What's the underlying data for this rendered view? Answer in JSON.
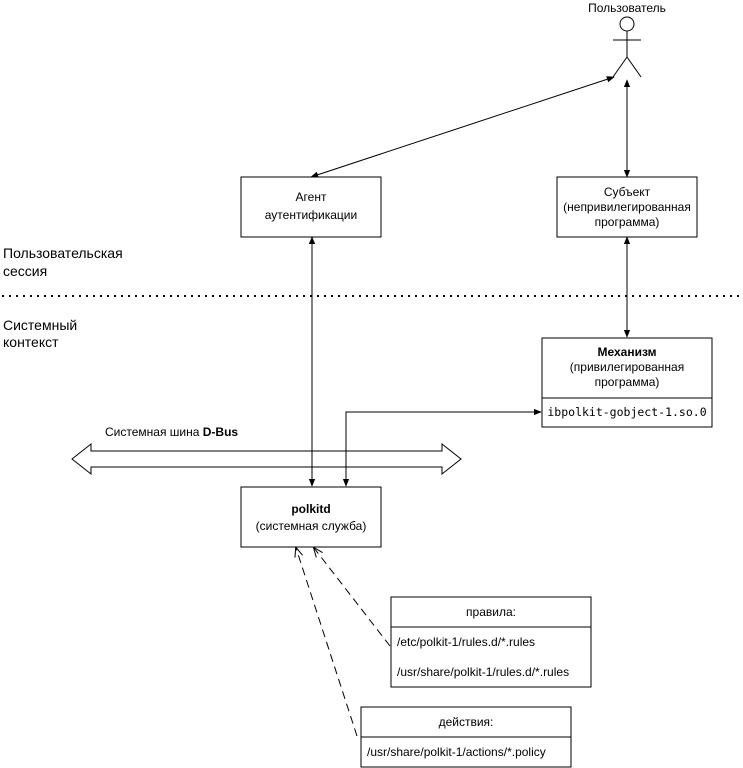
{
  "user": {
    "label": "Пользователь"
  },
  "auth_agent": {
    "line1": "Агент",
    "line2": "аутентификации"
  },
  "subject": {
    "line1": "Субъект",
    "line2": "(непривилегированная",
    "line3": "программа)"
  },
  "zones": {
    "user_session": {
      "line1": "Пользовательская",
      "line2": "сессия"
    },
    "system_context": {
      "line1": "Системный",
      "line2": "контекст"
    }
  },
  "mechanism": {
    "title": "Механизм",
    "line2": "(привилегированная",
    "line3": "программа)",
    "library": "ibpolkit-gobject-1.so.0"
  },
  "dbus": {
    "prefix": "Системная шина ",
    "bold": "D-Bus"
  },
  "polkitd": {
    "title": "polkitd",
    "subtitle": "(системная служба)"
  },
  "rules": {
    "header": "правила:",
    "path1": "/etc/polkit-1/rules.d/*.rules",
    "path2": "/usr/share/polkit-1/rules.d/*.rules"
  },
  "actions": {
    "header": "действия:",
    "path1": "/usr/share/polkit-1/actions/*.policy"
  }
}
